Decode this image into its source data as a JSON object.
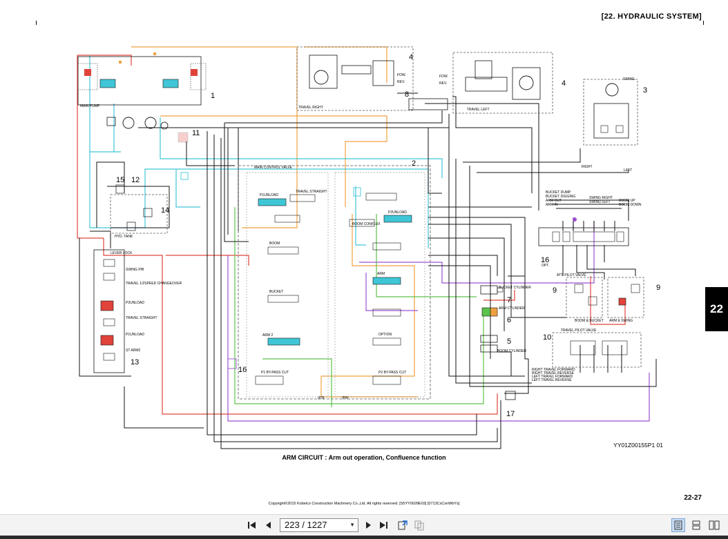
{
  "header": {
    "section_title": "[22.  HYDRAULIC SYSTEM]"
  },
  "side_tab": {
    "label": "22"
  },
  "diagram": {
    "callouts": [
      "1",
      "2",
      "3",
      "4",
      "4",
      "5",
      "6",
      "7",
      "8",
      "9",
      "9",
      "10",
      "11",
      "12",
      "13",
      "14",
      "15",
      "16",
      "16",
      "17"
    ],
    "labels": {
      "main_pump": "MAIN PUMP",
      "travel_right": "TRAVEL RIGHT",
      "travel_left": "TRAVEL LEFT",
      "swing": "SWING",
      "main_control_valve": "MAIN CONTROL VALVE",
      "travel_straight": "TRAVEL STRAIGHT",
      "p2_unload": "P2UNLOAD",
      "p1_unload": "P1UNLOAD",
      "boom_conflux": "BOOM CONFLUX",
      "boom": "BOOM",
      "arm": "ARM",
      "bucket": "BUCKET",
      "option": "OPTION",
      "arm_2": "ARM 2",
      "p1_bypass_cut": "P1 BY-PASS CUT",
      "p2_bypass_cut": "P2 BY-PASS CUT",
      "bucket_cylinder": "BUCKET CYLINDER",
      "arm_cylinder": "ARM CYLINDER",
      "boom_cylinder": "BOOM CYLINDER",
      "att_pilot_valve": "ATT. PILOT VALVE",
      "boom_bucket": "BOOM & BUCKET",
      "arm_swing": "ARM & SWING",
      "travel_pilot_valve": "TRAVEL PILOT VALVE",
      "opt": "OPT.",
      "lever_lock": "LEVER LOCK",
      "swing_p_b": "SWING P/B",
      "travel_speed_changeover": "TRAVEL 1/2SPEED CHANGEOVER",
      "p2_unload_sol": "P2UNLOAD",
      "travel_straight_sol": "TRAVEL STRAIGHT",
      "p1_unload_sol": "P1UNLOAD",
      "st_arm2": "ST ARM2",
      "right_travel_forward": "RIGHT TRAVEL FORWARD",
      "right_travel_reverse": "RIGHT TRAVEL REVERSE",
      "left_travel_forward": "LEFT TRAVEL FORWARD",
      "left_travel_reverse": "LEFT TRAVEL REVERSE",
      "bucket_dump": "BUCKET DUMP",
      "bucket_digging": "BUCKET DIGGING",
      "arm_out": "ARM OUT",
      "arm_in": "ARM IN",
      "boom_up": "BOOM UP",
      "boom_down": "BOOM DOWN",
      "swing_right": "SWING RIGHT",
      "swing_left": "SWING LEFT",
      "hyd_tank": "HYD. TANK",
      "right": "RIGHT",
      "left": "LEFT",
      "fow": "FOW.",
      "rev": "REV.",
      "p3": "(P3)",
      "p4": "(P4)"
    }
  },
  "caption": "ARM CIRCUIT : Arm out operation, Confluence function",
  "drawing_code": "YY01Z00155P1  01",
  "page_number": "22-27",
  "copyright": "Copyright©2015 Kobelco Construction Machinery Co.,Ltd. All rights reserved. [S5YY0028E03] [0713CsCsnWbYs]",
  "toolbar": {
    "page_display": "223 / 1227",
    "first_icon": "first-page-icon",
    "prev_icon": "previous-page-icon",
    "next_icon": "next-page-icon",
    "last_icon": "last-page-icon"
  },
  "colors": {
    "red": "#e0433a",
    "orange": "#f0a040",
    "cyan": "#3fc6d6",
    "green": "#5cc24a",
    "purple": "#9b4fd0",
    "black": "#111111",
    "tab": "#000000"
  }
}
